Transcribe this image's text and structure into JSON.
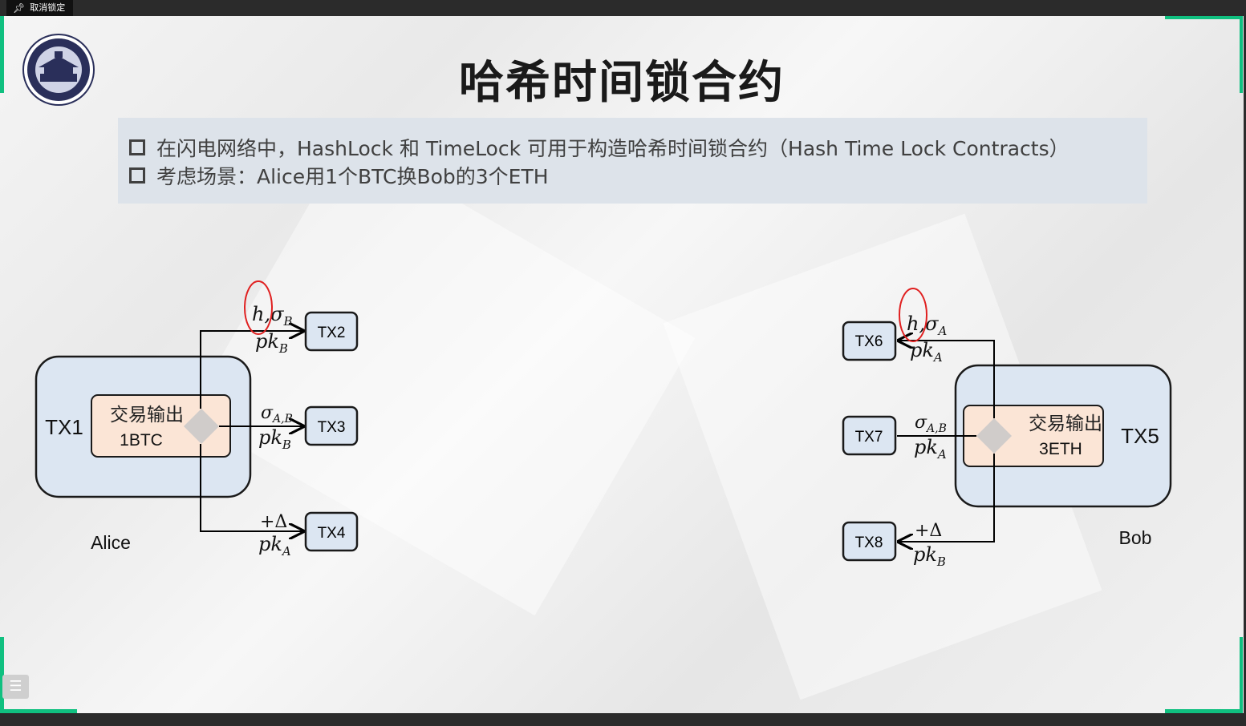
{
  "window": {
    "unlock_label": "取消锁定",
    "menu_icon": "list-icon"
  },
  "slide": {
    "title": "哈希时间锁合约",
    "bullets": [
      "在闪电网络中，HashLock 和 TimeLock 可用于构造哈希时间锁合约（Hash Time Lock Contracts）",
      "考虑场景：Alice用1个BTC换Bob的3个ETH"
    ]
  },
  "diagram": {
    "left": {
      "tx1": "TX1",
      "output_line1": "交易输出",
      "output_line2": "1BTC",
      "owner": "Alice",
      "tx2": "TX2",
      "tx3": "TX3",
      "tx4": "TX4",
      "tx2_cond_top": "h,σ",
      "tx2_cond_top_sub": "B",
      "tx2_cond_bottom": "pk",
      "tx2_cond_bottom_sub": "B",
      "tx3_cond_top": "σ",
      "tx3_cond_top_sub": "A,B",
      "tx3_cond_bottom": "pk",
      "tx3_cond_bottom_sub": "B",
      "tx4_cond_top": "+Δ",
      "tx4_cond_bottom": "pk",
      "tx4_cond_bottom_sub": "A"
    },
    "right": {
      "tx5": "TX5",
      "output_line1": "交易输出",
      "output_line2": "3ETH",
      "owner": "Bob",
      "tx6": "TX6",
      "tx7": "TX7",
      "tx8": "TX8",
      "tx6_cond_top": "h,σ",
      "tx6_cond_top_sub": "A",
      "tx6_cond_bottom": "pk",
      "tx6_cond_bottom_sub": "A",
      "tx7_cond_top": "σ",
      "tx7_cond_top_sub": "A,B",
      "tx7_cond_bottom": "pk",
      "tx7_cond_bottom_sub": "A",
      "tx8_cond_top": "+Δ",
      "tx8_cond_bottom": "pk",
      "tx8_cond_bottom_sub": "B"
    },
    "colors": {
      "tx_box_fill": "#dce6f2",
      "output_fill": "#fbe5d6",
      "highlight_circle": "#e02020",
      "accent_green": "#10c080"
    }
  }
}
